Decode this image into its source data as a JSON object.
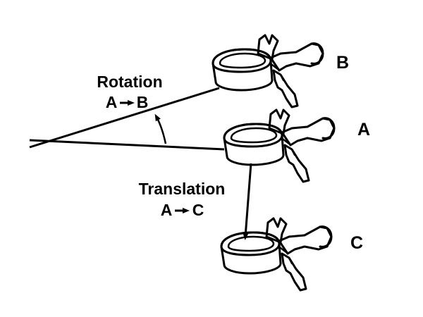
{
  "diagram": {
    "rotation": {
      "title": "Rotation",
      "from": "A",
      "to": "B"
    },
    "translation": {
      "title": "Translation",
      "from": "A",
      "to": "C"
    },
    "vertebrae": [
      {
        "id": "B",
        "label": "B"
      },
      {
        "id": "A",
        "label": "A"
      },
      {
        "id": "C",
        "label": "C"
      }
    ]
  }
}
